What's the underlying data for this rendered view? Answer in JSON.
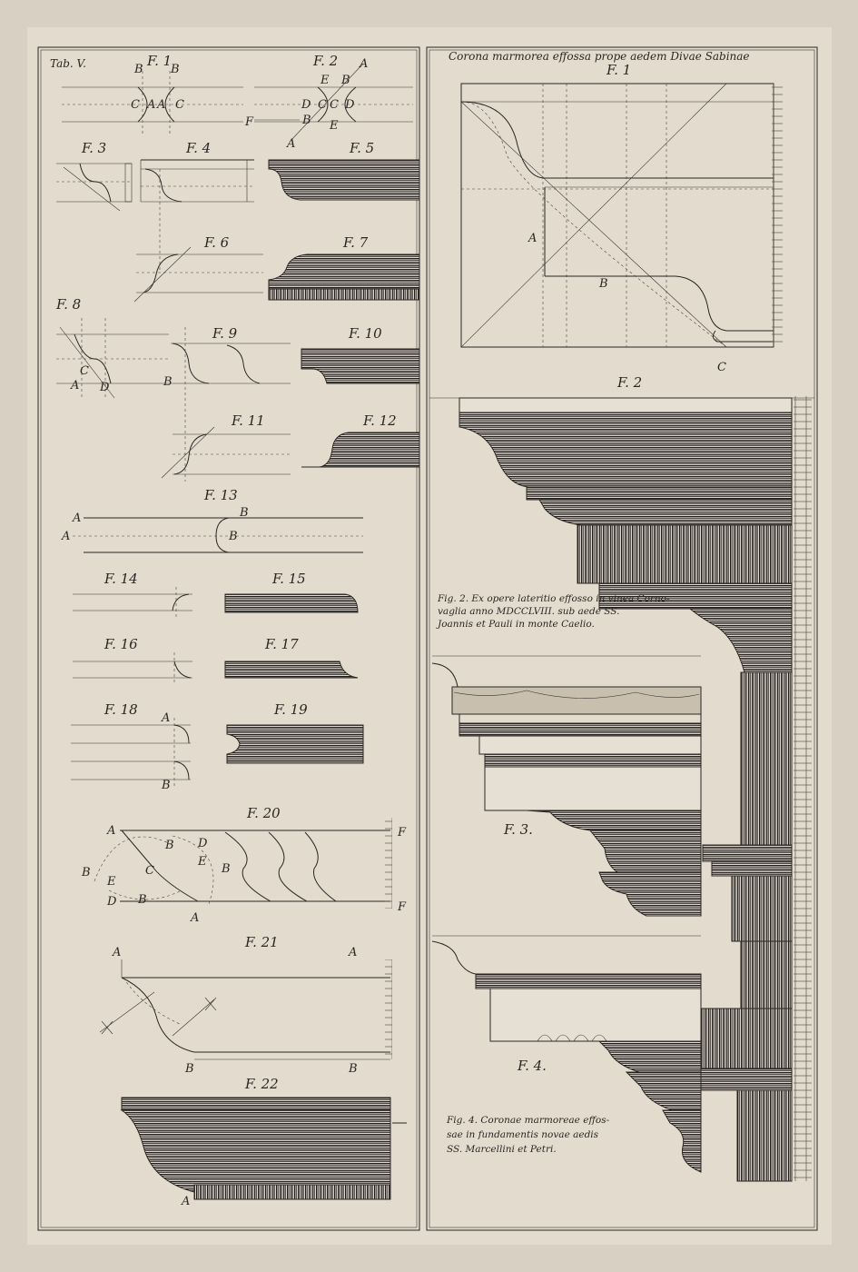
{
  "plate": {
    "tab_label": "Tab. V.",
    "right_title": "Corona marmorea effossa prope aedem Divae Sabinae"
  },
  "figures": {
    "f1": "F. 1",
    "f2": "F. 2",
    "f3": "F. 3",
    "f4": "F. 4",
    "f5": "F. 5",
    "f6": "F. 6",
    "f7": "F. 7",
    "f8": "F. 8",
    "f9": "F. 9",
    "f10": "F. 10",
    "f11": "F. 11",
    "f12": "F. 12",
    "f13": "F. 13",
    "f14": "F. 14",
    "f15": "F. 15",
    "f16": "F. 16",
    "f17": "F. 17",
    "f18": "F. 18",
    "f19": "F. 19",
    "f20": "F. 20",
    "f21": "F. 21",
    "f22": "F. 22",
    "r1": "F. 1",
    "r2": "F. 2",
    "r3": "F. 3.",
    "r4": "F. 4."
  },
  "letters": {
    "A": "A",
    "B": "B",
    "C": "C",
    "D": "D",
    "E": "E",
    "F": "F"
  },
  "captions": {
    "fig2_line1": "Fig. 2. Ex opere lateritio effosso in vinea Corno-",
    "fig2_line2": "vaglia anno MDCCLVIII. sub aede SS.",
    "fig2_line3": "Joannis et Pauli in monte Caelio.",
    "fig4_line1": "Fig. 4. Coronae marmoreae effos-",
    "fig4_line2": "sae in fundamentis novae aedis",
    "fig4_line3": "SS. Marcellini et Petri."
  },
  "colors": {
    "paper": "#d8d0c2",
    "ink": "#2b2723"
  }
}
